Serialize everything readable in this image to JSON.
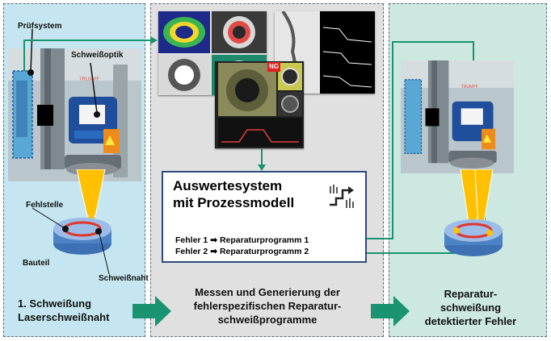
{
  "colors": {
    "left_panel": "#c5e6f1",
    "middle_panel": "#e0e0e0",
    "right_panel": "#cce8e1",
    "connector": "#1a9470",
    "beam": "#ffc000",
    "eval_border": "#2d4a7c"
  },
  "left": {
    "pruefsystem": "Prüfsystem",
    "schweissoptik": "Schweißoptik",
    "fehlstelle": "Fehlstelle",
    "bauteil": "Bauteil",
    "schweissnaht": "Schweißnaht",
    "title_line1": "1. Schweißung",
    "title_line2": "Laserschweißnaht"
  },
  "middle": {
    "ng_badge": "NG",
    "eval_title_line1": "Auswertesystem",
    "eval_title_line2": "mit Prozessmodell",
    "error1_label": "Fehler 1",
    "error1_program": "Reparaturprogramm  1",
    "error2_label": "Fehler 2",
    "error2_program": "Reparaturprogramm  2",
    "arrow_glyph": "➡",
    "title_line1": "Messen und Generierung  der",
    "title_line2": "fehlerspezifischen  Reparatur-",
    "title_line3": "schweißprogramme"
  },
  "right": {
    "title_line1": "Reparatur-",
    "title_line2": "schweißung",
    "title_line3": "detektierter Fehler"
  }
}
